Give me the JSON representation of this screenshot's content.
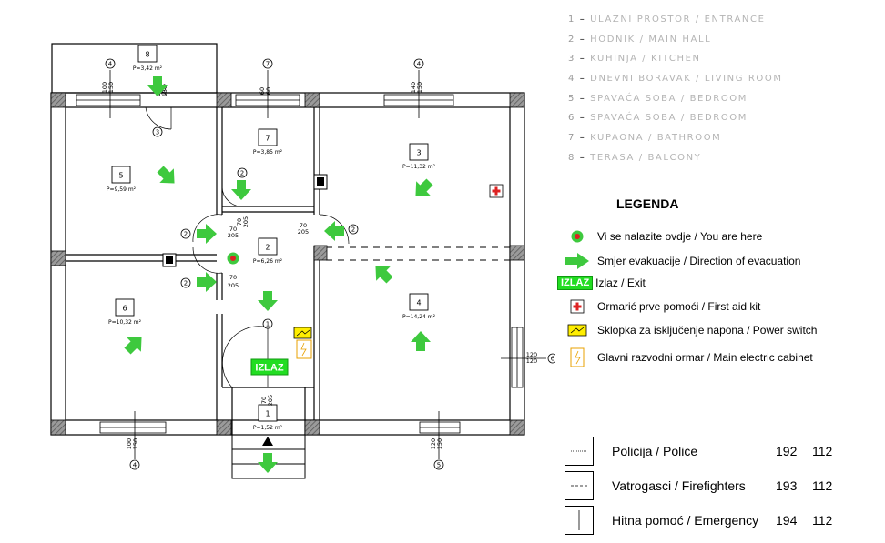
{
  "rooms_list": [
    {
      "num": "1",
      "text": "ULAZNI PROSTOR / ENTRANCE"
    },
    {
      "num": "2",
      "text": "HODNIK / MAIN HALL"
    },
    {
      "num": "3",
      "text": "KUHINJA / KITCHEN"
    },
    {
      "num": "4",
      "text": "DNEVNI BORAVAK / LIVING ROOM"
    },
    {
      "num": "5",
      "text": "SPAVAĆA SOBA / BEDROOM"
    },
    {
      "num": "6",
      "text": "SPAVAĆA SOBA / BEDROOM"
    },
    {
      "num": "7",
      "text": "KUPAONA / BATHROOM"
    },
    {
      "num": "8",
      "text": "TERASA / BALCONY"
    }
  ],
  "legend": {
    "title": "LEGENDA",
    "items": [
      {
        "label": "Vi se nalazite ovdje / You are here",
        "icon": "you-are-here-icon"
      },
      {
        "label": "Smjer evakuacije / Direction of evacuation",
        "icon": "evacuation-arrow-icon"
      },
      {
        "label": "Izlaz / Exit",
        "icon": "exit-icon",
        "badge": "IZLAZ"
      },
      {
        "label": "Ormarić prve pomoći / First aid kit",
        "icon": "first-aid-icon"
      },
      {
        "label": "Sklopka za isključenje napona / Power switch",
        "icon": "power-switch-icon"
      },
      {
        "label": "Glavni razvodni ormar / Main electric cabinet",
        "icon": "electric-cabinet-icon"
      }
    ]
  },
  "phones": [
    {
      "name": "Policija / Police",
      "num": "192",
      "num2": "112"
    },
    {
      "name": "Vatrogasci / Firefighters",
      "num": "193",
      "num2": "112"
    },
    {
      "name": "Hitna pomoć / Emergency",
      "num": "194",
      "num2": "112"
    }
  ],
  "plan": {
    "rooms": [
      {
        "num": "8",
        "area": "P=3,42 m²"
      },
      {
        "num": "7",
        "area": "P=3,85 m²"
      },
      {
        "num": "3",
        "area": "P=11,32 m²"
      },
      {
        "num": "5",
        "area": "P=9,59 m²"
      },
      {
        "num": "2",
        "area": "P=6,26 m²"
      },
      {
        "num": "6",
        "area": "P=10,32 m²"
      },
      {
        "num": "4",
        "area": "P=14,24 m²"
      },
      {
        "num": "1",
        "area": "P=1,52 m²"
      }
    ],
    "markers": [
      "4",
      "7",
      "4",
      "3",
      "2",
      "2",
      "2",
      "2",
      "1",
      "4",
      "5",
      "6"
    ],
    "door_labels": [
      "70",
      "205",
      "70",
      "205",
      "70",
      "205",
      "70",
      "205",
      "70",
      "205",
      "70",
      "205"
    ],
    "window_labels": [
      "100",
      "150",
      "60",
      "60",
      "140",
      "150",
      "100",
      "150",
      "120",
      "150",
      "120",
      "120",
      "100",
      "150"
    ],
    "exit_badge": "IZLAZ"
  },
  "colors": {
    "green": "#3ec93e",
    "exit": "#22dd22",
    "red": "#dd2222",
    "yellow": "#ffee00",
    "orange": "#e8a000"
  }
}
